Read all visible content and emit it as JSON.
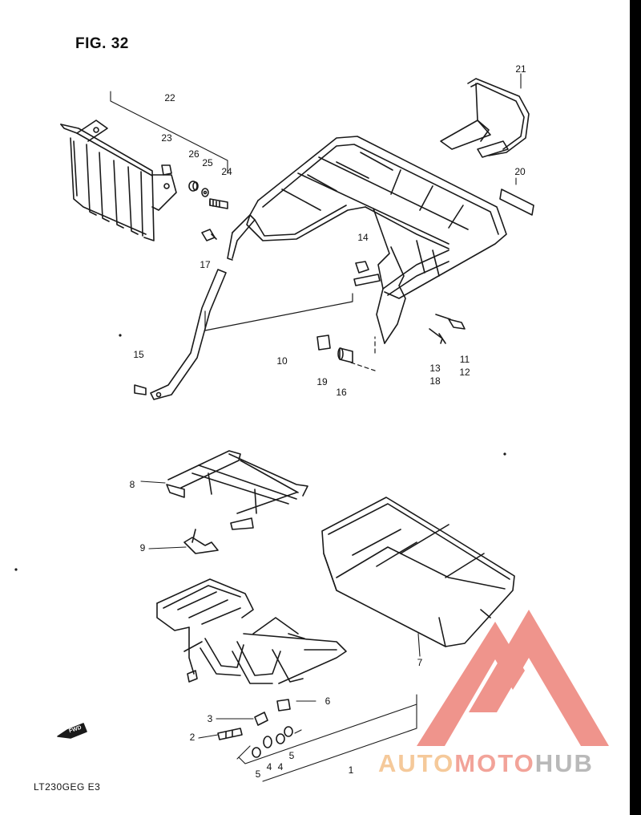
{
  "figure": {
    "title": "FIG. 32",
    "model_code": "LT230GEG  E3",
    "fwd_label": "FWD"
  },
  "watermark": {
    "part1": "AUTO",
    "part2": "MOTO",
    "part3": "HUB",
    "colors": {
      "auto": "#f5c99a",
      "moto": "#f2a399",
      "hub": "#b9b9b9",
      "logo": "#ef8f86"
    }
  },
  "labels": {
    "p1": "1",
    "p2": "2",
    "p3": "3",
    "p4a": "4",
    "p4b": "4",
    "p5a": "5",
    "p5b": "5",
    "p6": "6",
    "p7": "7",
    "p8": "8",
    "p9": "9",
    "p10": "10",
    "p11": "11",
    "p12": "12",
    "p13": "13",
    "p14": "14",
    "p15": "15",
    "p16": "16",
    "p17": "17",
    "p18": "18",
    "p19": "19",
    "p20": "20",
    "p21": "21",
    "p22": "22",
    "p23": "23",
    "p24": "24",
    "p25": "25",
    "p26": "26"
  }
}
